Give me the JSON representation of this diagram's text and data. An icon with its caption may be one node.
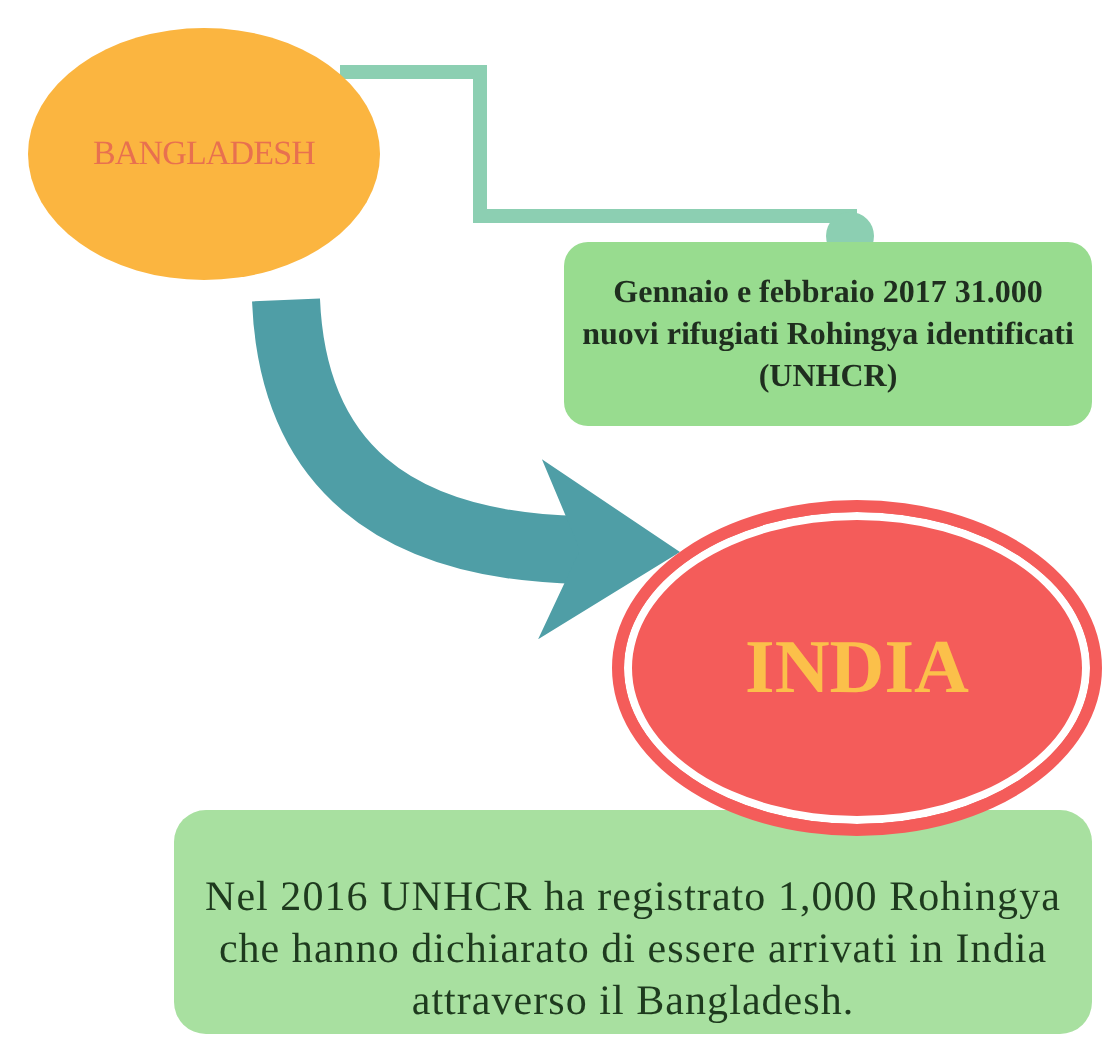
{
  "diagram": {
    "nodes": [
      {
        "text": [
          "BANGLADESH"
        ]
      },
      {
        "text": [
          "Gennaio e febbraio 2017 31.000 nuovi rifugiati Rohingya identificati (UNHCR)"
        ]
      },
      {
        "text": [
          "INDIA"
        ]
      },
      {
        "text": [
          "Nel 2016 UNHCR ha registrato 1,000 Rohingya che hanno dichiarato di essere arrivati in India attraverso il Bangladesh."
        ]
      }
    ],
    "edges": [
      {
        "from": 0,
        "to": 1,
        "arrow": "other",
        "color": "#8ccfb2"
      },
      {
        "from": 0,
        "to": 2,
        "arrow": "to",
        "style": "thick",
        "color": "#4f9ea6"
      }
    ]
  }
}
